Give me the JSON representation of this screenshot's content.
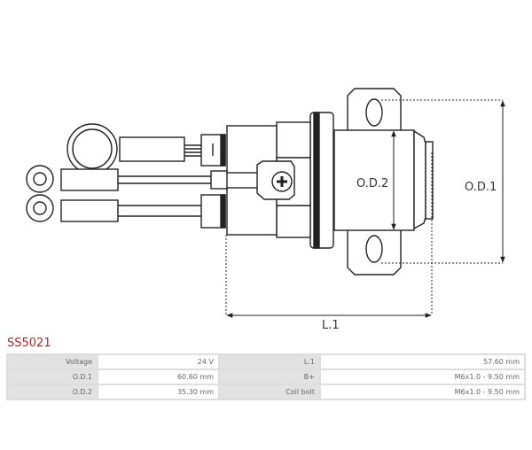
{
  "diagram": {
    "labels": {
      "od1": "O.D.1",
      "od2": "O.D.2",
      "l1": "L.1"
    }
  },
  "product": {
    "code": "SS5021"
  },
  "specs": [
    {
      "label": "Voltage",
      "value": "24 V",
      "label2": "L.1",
      "value2": "57.60 mm"
    },
    {
      "label": "O.D.1",
      "value": "60.60 mm",
      "label2": "B+",
      "value2": "M6x1.0 - 9.50 mm"
    },
    {
      "label": "O.D.2",
      "value": "35.30 mm",
      "label2": "Coil bolt",
      "value2": "M6x1.0 - 9.50 mm"
    }
  ]
}
